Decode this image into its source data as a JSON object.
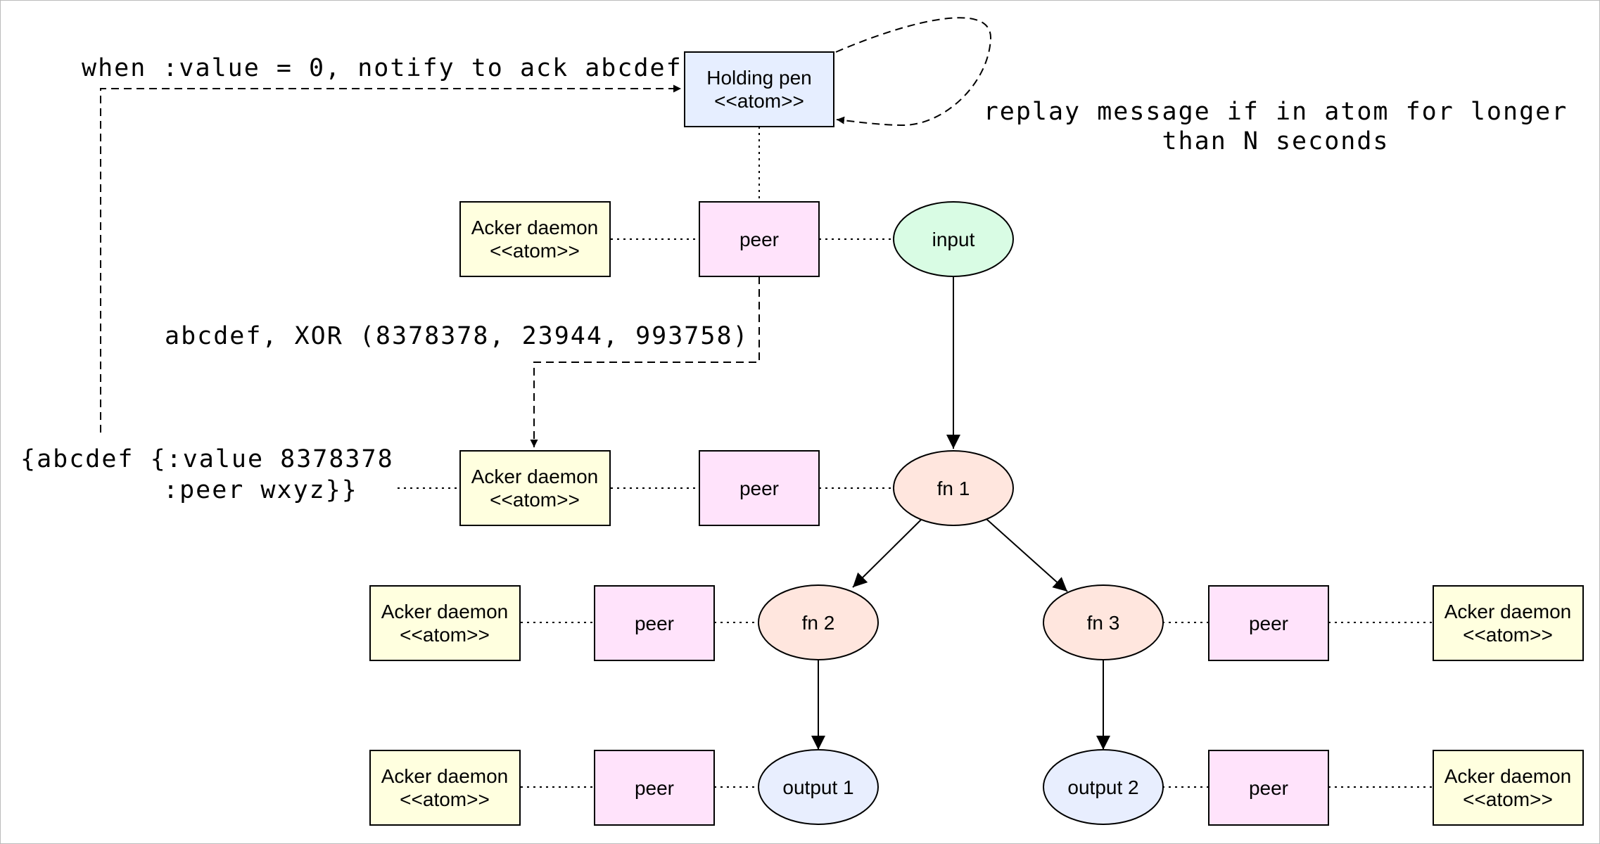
{
  "colors": {
    "holding": "#e6eeff",
    "acker": "#ffffdf",
    "peer": "#ffe3fb",
    "input": "#d9fce4",
    "fn": "#ffe6de",
    "output": "#e8eefe",
    "stroke": "#000000"
  },
  "nodes": {
    "holding_pen": {
      "line1": "Holding pen",
      "line2": "<<atom>>"
    },
    "acker_top": {
      "line1": "Acker daemon",
      "line2": "<<atom>>"
    },
    "acker_mid": {
      "line1": "Acker daemon",
      "line2": "<<atom>>"
    },
    "acker_fn2": {
      "line1": "Acker daemon",
      "line2": "<<atom>>"
    },
    "acker_fn3": {
      "line1": "Acker daemon",
      "line2": "<<atom>>"
    },
    "acker_out1": {
      "line1": "Acker daemon",
      "line2": "<<atom>>"
    },
    "acker_out2": {
      "line1": "Acker daemon",
      "line2": "<<atom>>"
    },
    "peer_top": "peer",
    "peer_mid": "peer",
    "peer_fn2": "peer",
    "peer_fn3": "peer",
    "peer_out1": "peer",
    "peer_out2": "peer",
    "input": "input",
    "fn1": "fn 1",
    "fn2": "fn 2",
    "fn3": "fn 3",
    "output1": "output 1",
    "output2": "output 2"
  },
  "annotations": {
    "notify": "when :value = 0, notify to ack abcdef",
    "replay_line1": "replay message if in atom for longer",
    "replay_line2": "than N seconds",
    "xor": "abcdef, XOR (8378378, 23944, 993758)",
    "map_line1": "{abcdef {:value 8378378",
    "map_line2": ":peer wxyz}}"
  }
}
